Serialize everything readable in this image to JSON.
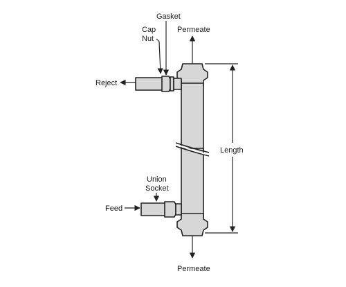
{
  "labels": {
    "gasket": "Gasket",
    "cap_line1": "Cap",
    "cap_line2": "Nut",
    "permeate_top": "Permeate",
    "reject": "Reject",
    "length": "Length",
    "union_line1": "Union",
    "union_line2": "Socket",
    "feed": "Feed",
    "permeate_bottom": "Permeate"
  },
  "colors": {
    "body_fill": "#d7d7d7",
    "stroke": "#222222",
    "background": "#ffffff"
  }
}
